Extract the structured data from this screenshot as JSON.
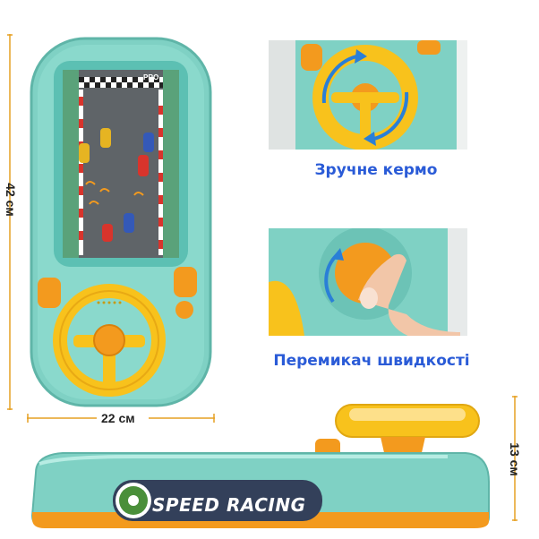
{
  "dimensions": {
    "height_label": "42 см",
    "width_label": "22 см",
    "depth_label": "13 см"
  },
  "captions": {
    "steering": "Зручне кермо",
    "speed_switch": "Перемикач швидкості"
  },
  "product_branding": {
    "logo_text": "SPEED RACING",
    "track_banner": "PRO"
  },
  "colors": {
    "body_teal": "#7fd1c4",
    "accent_orange": "#f39a1e",
    "wheel_yellow": "#f8c21c",
    "caption_blue": "#2a5bd7",
    "track_gray": "#5f6468"
  }
}
